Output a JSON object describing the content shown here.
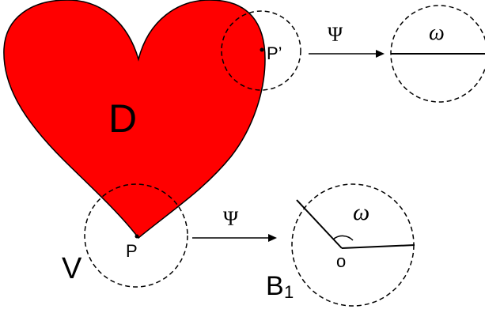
{
  "labels": {
    "domain": "D",
    "boundary_point_top": "P’",
    "boundary_point_bottom": "P",
    "neighborhood": "V",
    "map_top": "Ψ",
    "map_bottom": "Ψ",
    "angle_top": "ω",
    "angle_bottom": "ω",
    "origin": "o",
    "ball_name": "B",
    "ball_subscript": "1"
  },
  "colors": {
    "heart_fill": "#ff0000",
    "stroke": "#000000",
    "background": "#ffffff"
  }
}
